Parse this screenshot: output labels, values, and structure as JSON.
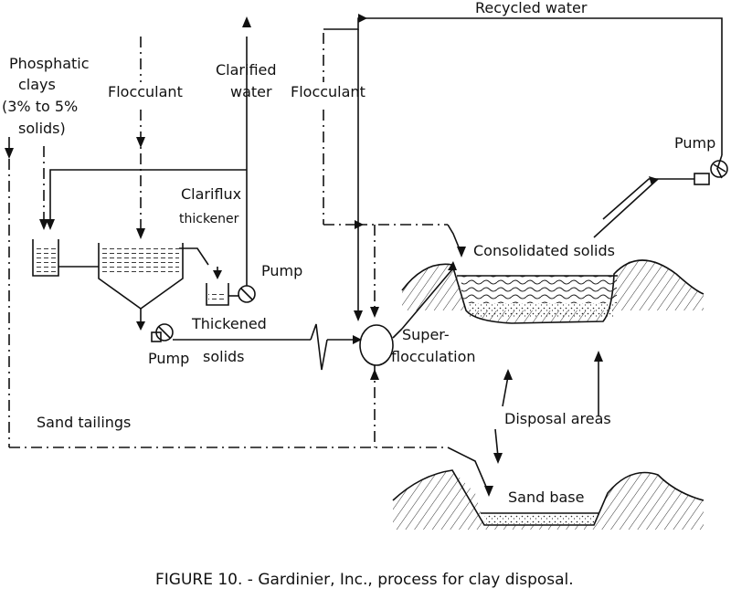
{
  "labels": {
    "phosphatic_clays": [
      "Phosphatic",
      "clays",
      "(3% to 5%",
      "solids)"
    ],
    "flocculant_left": "Flocculant",
    "clarified_water": [
      "Clarified",
      "water"
    ],
    "flocculant_right": "Flocculant",
    "recycled_water": "Recycled water",
    "pump_right": "Pump",
    "clariflux_thickener": [
      "Clariflux",
      "thickener"
    ],
    "pump_middle": "Pump",
    "thickened_solids": [
      "Thickened",
      "solids"
    ],
    "pump_bottom": "Pump",
    "consolidated_solids": "Consolidated solids",
    "superflocculation": [
      "Super-",
      "flocculation"
    ],
    "disposal_areas": "Disposal areas",
    "sand_tailings": "Sand tailings",
    "sand_base": "Sand base"
  },
  "caption": "FIGURE 10. - Gardinier, Inc., process for clay disposal."
}
